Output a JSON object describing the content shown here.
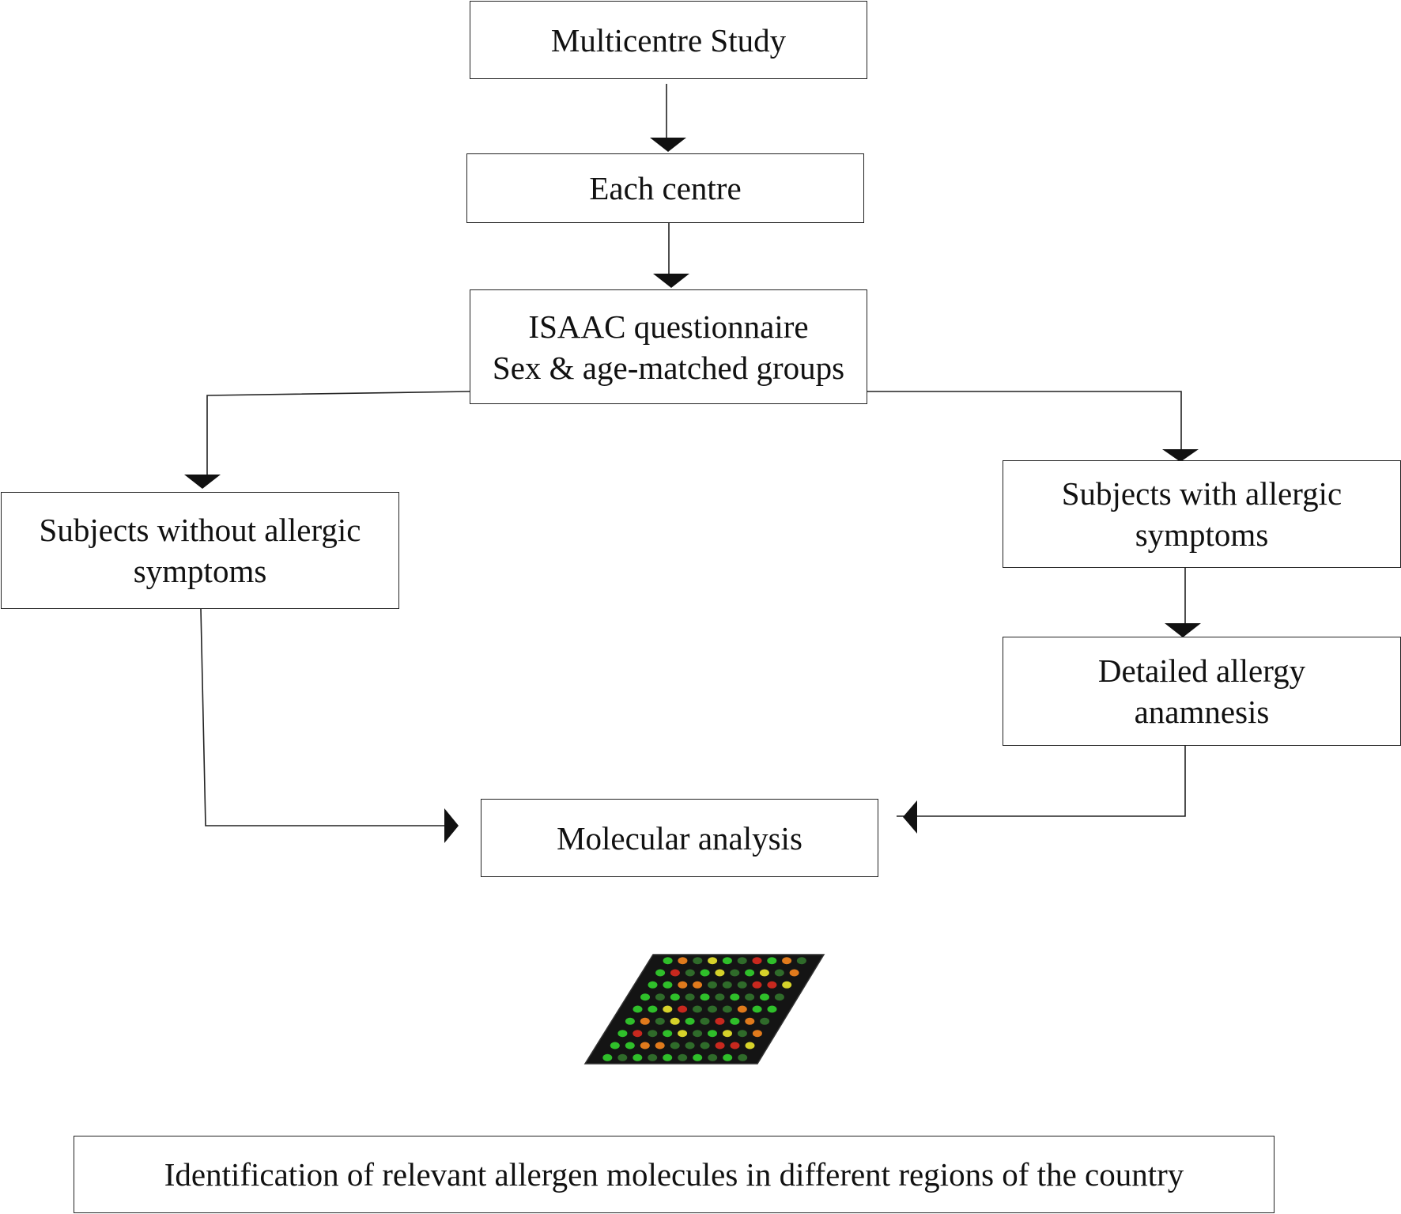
{
  "flowchart": {
    "multicentre_study": "Multicentre Study",
    "each_centre": "Each centre",
    "isaac_line1": "ISAAC questionnaire",
    "isaac_line2": "Sex & age-matched groups",
    "without_line1": "Subjects without allergic",
    "without_line2": "symptoms",
    "with_line1": "Subjects with allergic",
    "with_line2": "symptoms",
    "detailed_line1": "Detailed allergy",
    "detailed_line2": "anamnesis",
    "molecular_analysis": "Molecular analysis",
    "identification": "Identification of relevant allergen molecules in different regions of the country"
  },
  "colors": {
    "line": "#222222",
    "chip_background": "#141414",
    "spot_green": "#2fbf2a",
    "spot_dark_green": "#2f6b2a",
    "spot_yellow": "#d6d22a",
    "spot_orange": "#e07a1c",
    "spot_red": "#c8281e"
  },
  "icons": [
    "microarray-chip-icon"
  ]
}
